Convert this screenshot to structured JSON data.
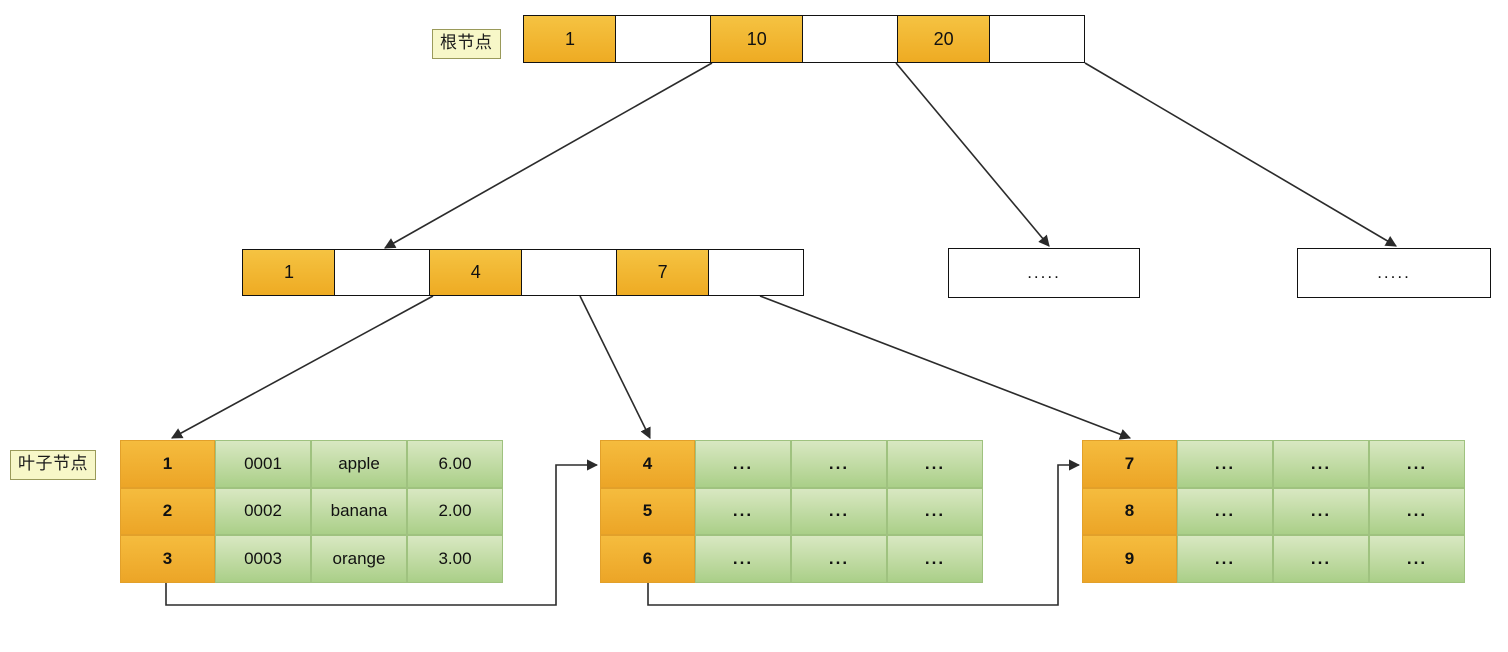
{
  "diagram": {
    "title": "B+ Tree index structure",
    "colors": {
      "key_cell": "#efaa26",
      "value_cell": "#aacf88",
      "pointer_cell": "#ffffff",
      "label_fill": "#f7f7c8",
      "edge": "#2b2b2b"
    }
  },
  "labels": {
    "root": "根节点",
    "leaf": "叶子节点"
  },
  "root_node": {
    "name": "root-node",
    "cells": [
      {
        "type": "key",
        "text": "1"
      },
      {
        "type": "pointer",
        "text": ""
      },
      {
        "type": "key",
        "text": "10"
      },
      {
        "type": "pointer",
        "text": ""
      },
      {
        "type": "key",
        "text": "20"
      },
      {
        "type": "pointer",
        "text": ""
      }
    ]
  },
  "internal_nodes": [
    {
      "name": "internal-node-1",
      "cells": [
        {
          "type": "key",
          "text": "1"
        },
        {
          "type": "pointer",
          "text": ""
        },
        {
          "type": "key",
          "text": "4"
        },
        {
          "type": "pointer",
          "text": ""
        },
        {
          "type": "key",
          "text": "7"
        },
        {
          "type": "pointer",
          "text": ""
        }
      ]
    }
  ],
  "placeholders": [
    {
      "name": "internal-placeholder-1",
      "text": "....."
    },
    {
      "name": "internal-placeholder-2",
      "text": "....."
    }
  ],
  "leaf_nodes": [
    {
      "name": "leaf-node-1",
      "rows": [
        {
          "key": "1",
          "cols": [
            "0001",
            "apple",
            "6.00"
          ]
        },
        {
          "key": "2",
          "cols": [
            "0002",
            "banana",
            "2.00"
          ]
        },
        {
          "key": "3",
          "cols": [
            "0003",
            "orange",
            "3.00"
          ]
        }
      ]
    },
    {
      "name": "leaf-node-2",
      "rows": [
        {
          "key": "4",
          "cols": [
            "...",
            "...",
            "..."
          ]
        },
        {
          "key": "5",
          "cols": [
            "...",
            "...",
            "..."
          ]
        },
        {
          "key": "6",
          "cols": [
            "...",
            "...",
            "..."
          ]
        }
      ]
    },
    {
      "name": "leaf-node-3",
      "rows": [
        {
          "key": "7",
          "cols": [
            "...",
            "...",
            "..."
          ]
        },
        {
          "key": "8",
          "cols": [
            "...",
            "...",
            "..."
          ]
        },
        {
          "key": "9",
          "cols": [
            "...",
            "...",
            "..."
          ]
        }
      ]
    }
  ]
}
